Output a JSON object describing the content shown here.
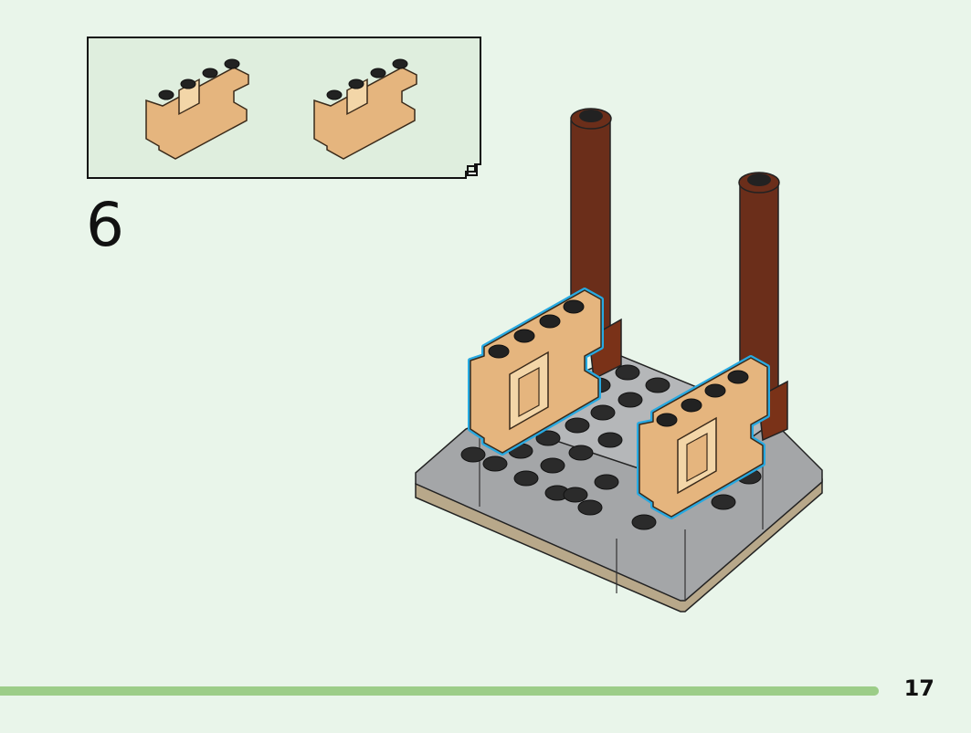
{
  "page": {
    "background": "#e9f5ea",
    "step_number": "6",
    "page_number": "17",
    "accent_color": "#9ccd88",
    "highlight_color": "#27a9e1"
  },
  "parts_callout": {
    "panel_color": "#dfeede",
    "items": [
      {
        "icon": "tan-fence-brick-icon",
        "quantity_shown": 1
      },
      {
        "icon": "tan-fence-brick-icon",
        "quantity_shown": 1
      }
    ]
  },
  "model": {
    "colors": {
      "fence": "#e5b57e",
      "post": "#6b2e1a",
      "base_grey": "#a4a6a8",
      "base_bottom": "#b8a88a",
      "stud": "#2b2b2b"
    },
    "parts": [
      "dark-brown-post-icon",
      "dark-brown-post-icon",
      "tan-fence-brick-icon",
      "tan-fence-brick-icon",
      "grey-base-plate-icon"
    ]
  },
  "progress": {
    "fraction": 0.906
  }
}
